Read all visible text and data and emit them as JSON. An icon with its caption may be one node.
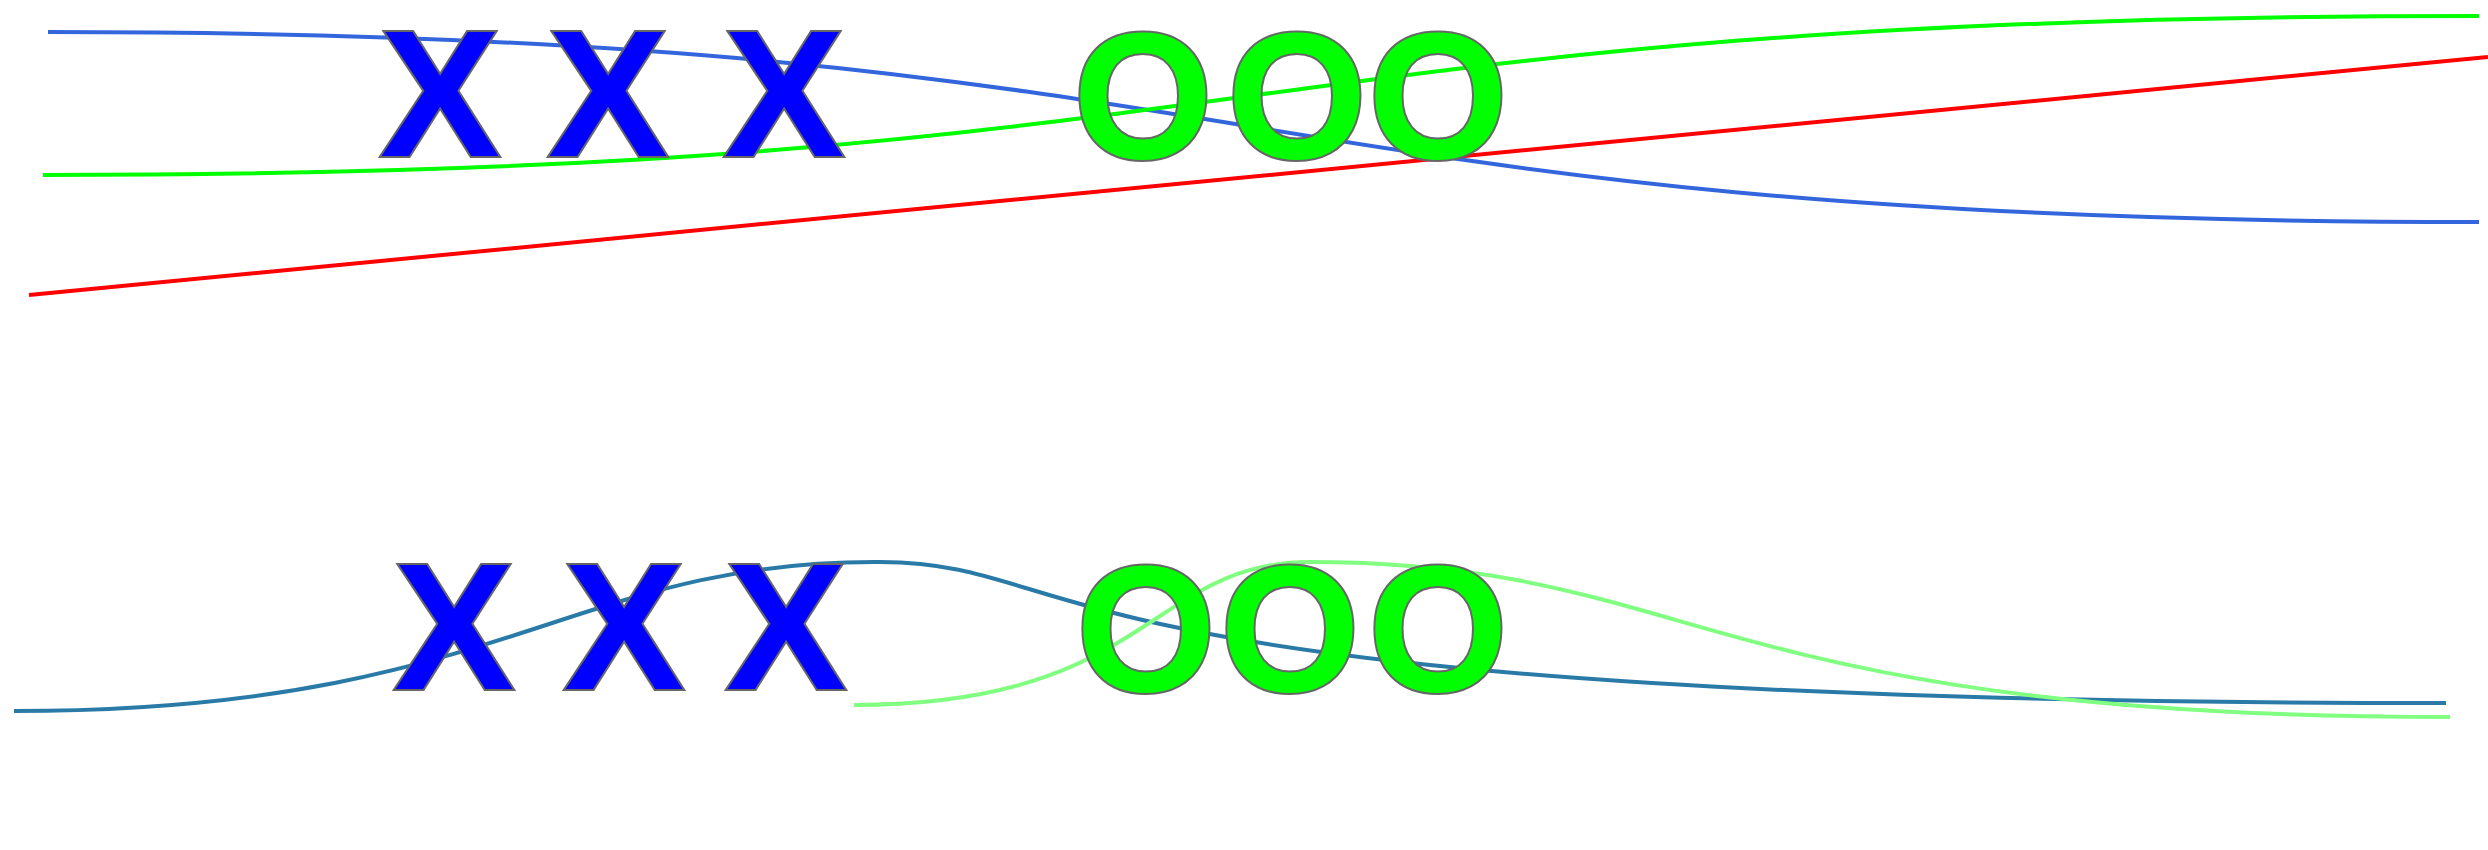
{
  "diagram": {
    "labels": [
      "X",
      "X",
      "X",
      "O",
      "O",
      "O",
      "X",
      "X",
      "X",
      "O",
      "O",
      "O"
    ]
  }
}
